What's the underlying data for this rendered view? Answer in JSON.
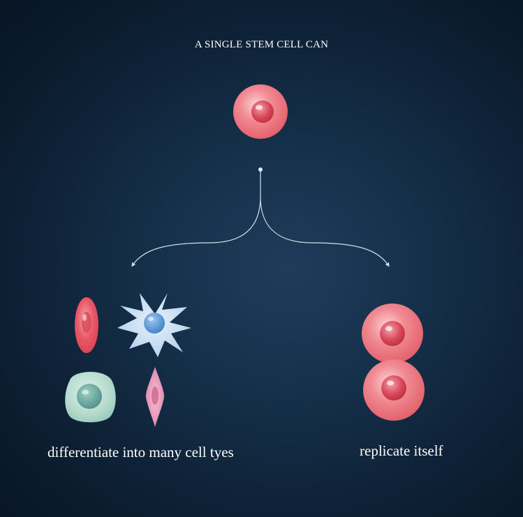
{
  "title": "A SINGLE STEM CELL CAN",
  "outcomes": {
    "left": {
      "label": "differentiate into many cell tyes"
    },
    "right": {
      "label": "replicate itself"
    }
  },
  "colors": {
    "background": "#0d2034",
    "stem_cell": "#e8646e",
    "blood_cell": "#e4505d",
    "nerve_cell": "#b9d6ee",
    "nerve_nucleus": "#4d8fd0",
    "tissue_cell": "#a8d3c5",
    "tissue_nucleus": "#5f9f97",
    "muscle_cell": "#e48fb1",
    "connector": "#d7e0e8"
  }
}
